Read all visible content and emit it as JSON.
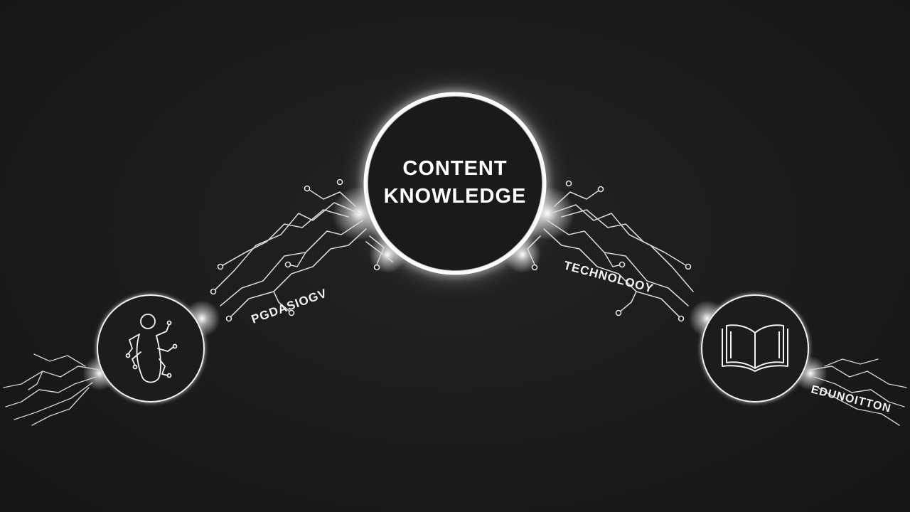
{
  "diagram": {
    "center_node": {
      "title_lines": [
        "CONTENT",
        "KNOWLEDGE"
      ]
    },
    "left_branch": {
      "label": "PGDASIOGV",
      "icon": "person-circuit-icon"
    },
    "right_branch": {
      "label": "TECHNOLOOY",
      "icon": "open-book-icon"
    },
    "bottom_right_label": "EDUNOITTON",
    "colors": {
      "background": "#1c1c1c",
      "glow": "#ffffff",
      "lines": "#d9d9d9"
    }
  }
}
